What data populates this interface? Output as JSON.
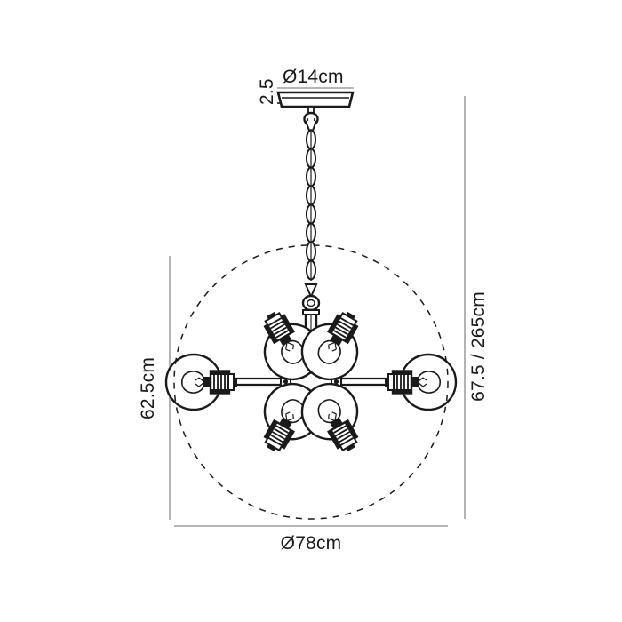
{
  "drawing": {
    "title": "Chandelier Technical Dimension Drawing",
    "background_color": "#ffffff",
    "line_color": "#1a1a1a",
    "dimension_line_color": "#7a7a7a",
    "product_type": "6-light globe chandelier with chain suspension"
  },
  "dimensions": {
    "ceiling_plate_diameter": "Ø14cm",
    "ceiling_plate_height": "2.5",
    "drop_height_range": "67.5 / 265cm",
    "fixture_height": "62.5cm",
    "fixture_diameter": "Ø78cm"
  },
  "components": {
    "ceiling_plate": "ceiling-plate",
    "hook": "suspension-hook",
    "chain": "suspension-chain",
    "stem": "center-stem",
    "hub": "center-hub",
    "arms_count": 6,
    "lamps_count": 6,
    "lamp_globe": "glass-globe",
    "lamp_filament": "filament-bulb",
    "lamp_socket": "ribbed-socket",
    "envelope": "dashed-envelope-circle"
  },
  "chain": {
    "link_count": 9
  },
  "lamps": [
    {
      "id": "lamp-upper-left",
      "angle": -120
    },
    {
      "id": "lamp-upper-right",
      "angle": -60
    },
    {
      "id": "lamp-left",
      "angle": 180
    },
    {
      "id": "lamp-right",
      "angle": 0
    },
    {
      "id": "lamp-lower-left",
      "angle": 120
    },
    {
      "id": "lamp-lower-right",
      "angle": 60
    }
  ]
}
